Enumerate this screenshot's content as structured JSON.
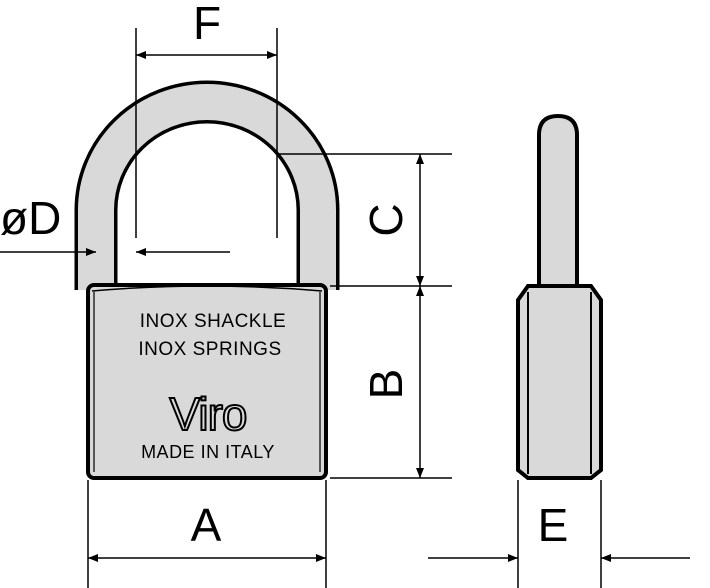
{
  "dimensions": {
    "a": "A",
    "b": "B",
    "c": "C",
    "diameter_symbol": "ø",
    "d": "D",
    "e": "E",
    "f": "F"
  },
  "lock_body": {
    "line1": "INOX SHACKLE",
    "line2": "INOX SPRINGS",
    "brand": "Viro",
    "origin": "MADE IN ITALY"
  },
  "colors": {
    "metal": "#d9d9d9",
    "outline": "#000000"
  }
}
